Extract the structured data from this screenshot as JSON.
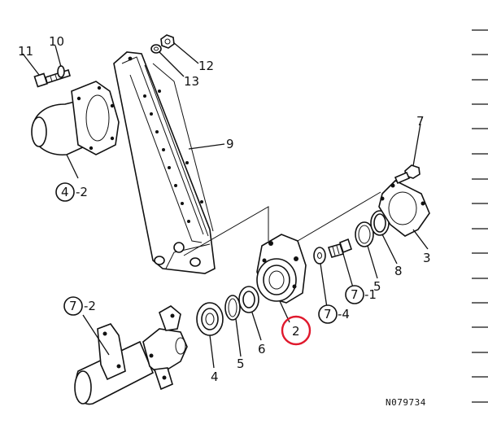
{
  "diagram": {
    "drawing_number": "N079734",
    "callouts": {
      "p11": "11",
      "p10": "10",
      "p12": "12",
      "p13": "13",
      "p9": "9",
      "p4_2_num": "4",
      "p4_2_suffix": "-2",
      "p7": "7",
      "p3": "3",
      "p8": "8",
      "p5_upper": "5",
      "p7_1_num": "7",
      "p7_1_suffix": "-1",
      "p7_4_num": "7",
      "p7_4_suffix": "-4",
      "p2": "2",
      "p7_2_num": "7",
      "p7_2_suffix": "-2",
      "p4": "4",
      "p5_lower": "5",
      "p6": "6"
    },
    "highlight_color": "#e0192d",
    "ink_color": "#111111"
  }
}
